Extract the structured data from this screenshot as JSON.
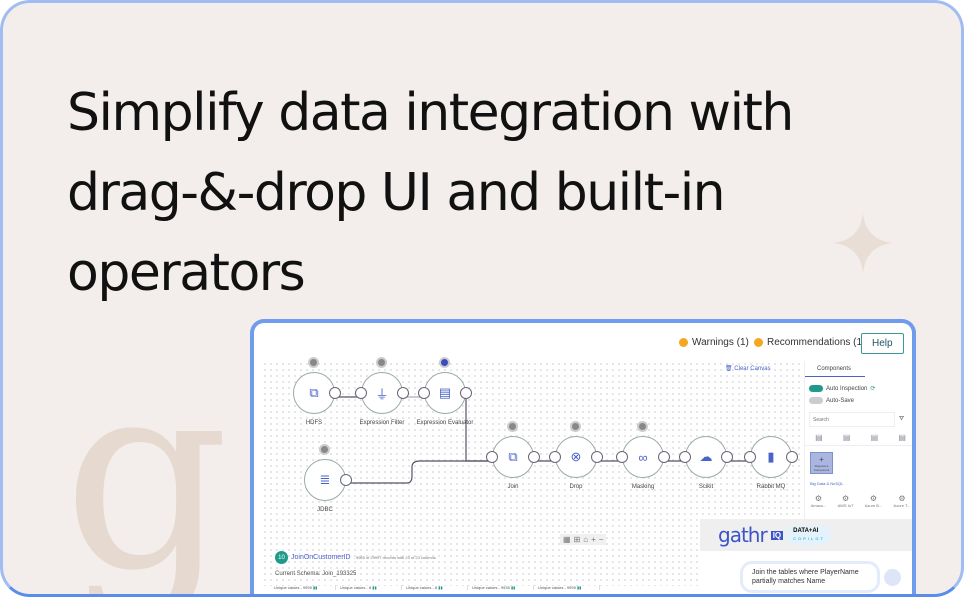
{
  "headline": "Simplify data integration with drag-&-drop UI and built-in operators",
  "watermark": "g",
  "topbar": {
    "warnings": "Warnings (1)",
    "recommendations": "Recommendations (1)",
    "help": "Help"
  },
  "canvas": {
    "clear": "Clear Canvas",
    "nodes": [
      {
        "label": "HDFS",
        "icon": "files-icon"
      },
      {
        "label": "Expression Filter",
        "icon": "filter-icon"
      },
      {
        "label": "Expression Evaluator",
        "icon": "document-icon"
      },
      {
        "label": "JDBC",
        "icon": "database-icon"
      },
      {
        "label": "Join",
        "icon": "join-icon"
      },
      {
        "label": "Drop",
        "icon": "drop-icon"
      },
      {
        "label": "Masking",
        "icon": "mask-icon"
      },
      {
        "label": "Scikit",
        "icon": "cloud-icon"
      },
      {
        "label": "Rabbit MQ",
        "icon": "rabbitmq-icon"
      }
    ]
  },
  "components": {
    "tab": "Components",
    "auto_inspection": "Auto Inspection",
    "auto_save": "Auto-Save",
    "search_placeholder": "Search",
    "request": "Request a Component",
    "category": "Big Data & NoSQL",
    "items": [
      "Amazo...",
      "AWS IoT",
      "Azure B...",
      "Azure T..."
    ]
  },
  "bottom": {
    "badge": "10",
    "name": "JoinOnCustomerID",
    "meta": "- 9965 of 29997 records with 23 of 23 columns",
    "schema": "Current Schema: Join_193325",
    "columns": [
      "Unique values - 9995",
      "Unique values - 8",
      "Unique values - 8",
      "Unique values - 9935",
      "Unique values - 9995"
    ]
  },
  "copilot": {
    "brand": "gathr",
    "iq": "IQ",
    "tag1": "DATA+AI",
    "tag2": "COPILOT",
    "message": "Join the tables where PlayerName partially matches Name"
  },
  "colors": {
    "accent": "#4a63c8",
    "teal": "#1f9a8a",
    "border": "#6f9ced",
    "bg": "#f3eeeb"
  }
}
